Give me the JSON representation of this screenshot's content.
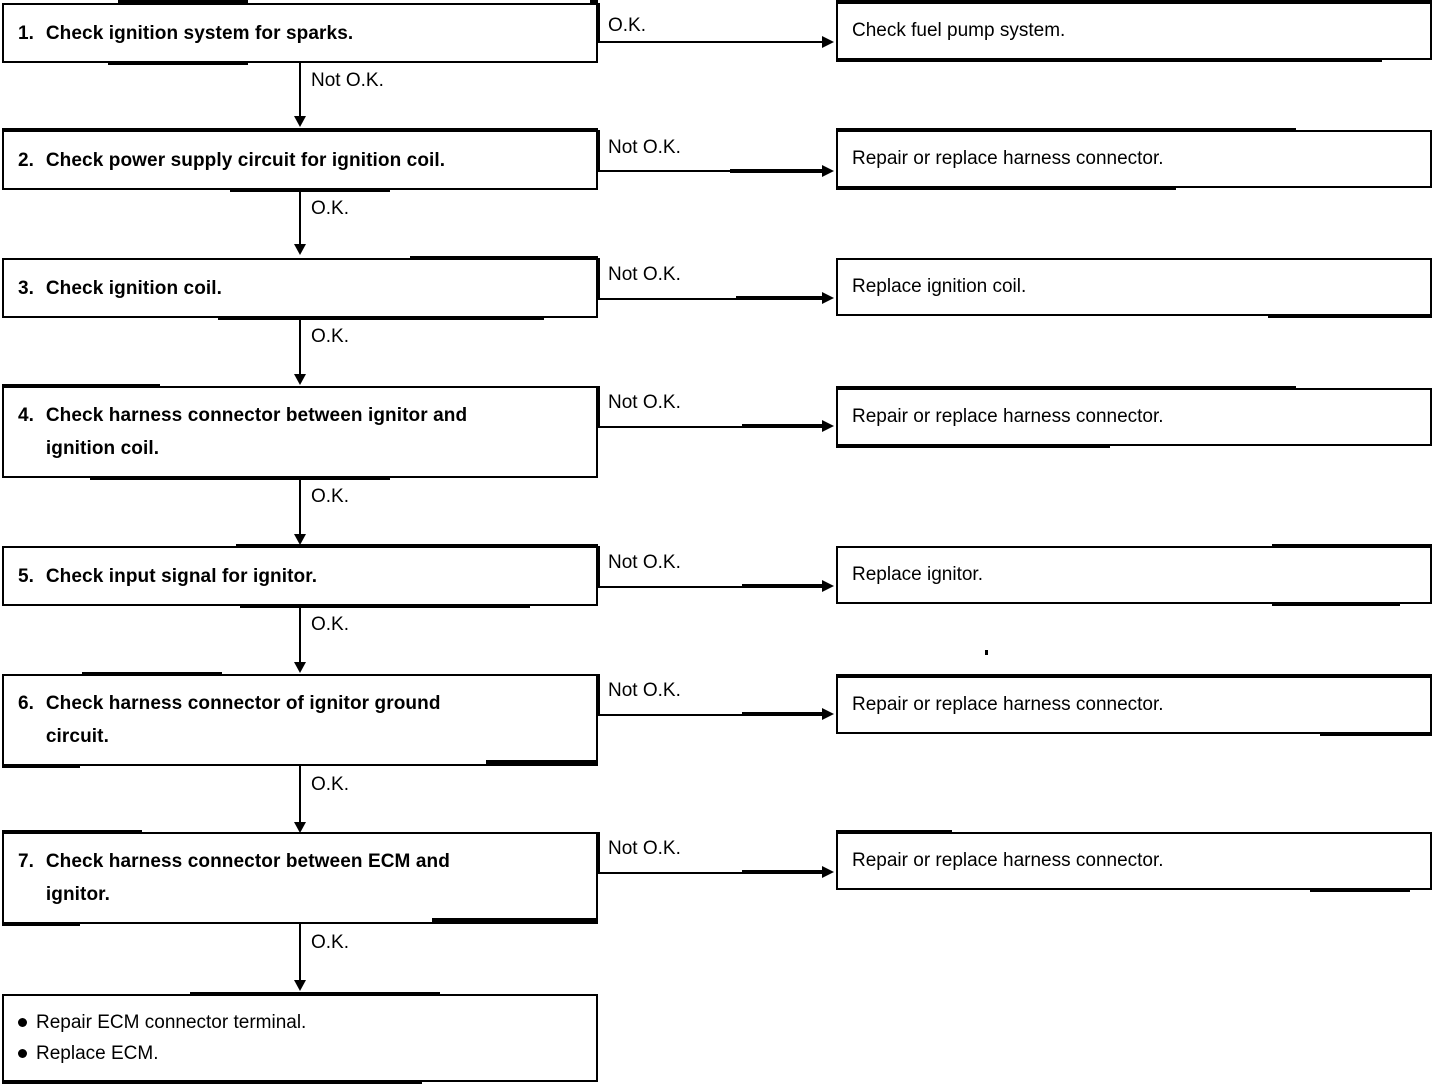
{
  "diagram": {
    "title": "Ignition system diagnostic flowchart",
    "type": "troubleshooting-flowchart",
    "line_color": "#000000",
    "background_color": "#ffffff",
    "branch_labels": {
      "ok": "O.K.",
      "not_ok": "Not O.K."
    }
  },
  "steps": [
    {
      "number": "1.",
      "line1": "Check ignition system for sparks.",
      "line2": "",
      "branch_right": "O.K.",
      "branch_down": "Not O.K.",
      "result": "Check fuel pump system."
    },
    {
      "number": "2.",
      "line1": "Check power supply circuit for ignition coil.",
      "line2": "",
      "branch_right": "Not O.K.",
      "branch_down": "O.K.",
      "result": "Repair or replace harness connector."
    },
    {
      "number": "3.",
      "line1": "Check ignition coil.",
      "line2": "",
      "branch_right": "Not O.K.",
      "branch_down": "O.K.",
      "result": "Replace ignition coil."
    },
    {
      "number": "4.",
      "line1": "Check harness connector between ignitor and",
      "line2": "ignition coil.",
      "branch_right": "Not O.K.",
      "branch_down": "O.K.",
      "result": "Repair or replace harness connector."
    },
    {
      "number": "5.",
      "line1": "Check input signal for ignitor.",
      "line2": "",
      "branch_right": "Not O.K.",
      "branch_down": "O.K.",
      "result": "Replace ignitor."
    },
    {
      "number": "6.",
      "line1": "Check harness connector of ignitor ground",
      "line2": "circuit.",
      "branch_right": "Not O.K.",
      "branch_down": "O.K.",
      "result": "Repair or replace harness connector."
    },
    {
      "number": "7.",
      "line1": "Check harness connector between ECM and",
      "line2": "ignitor.",
      "branch_right": "Not O.K.",
      "branch_down": "O.K.",
      "result": "Repair or replace harness connector."
    }
  ],
  "final_box": {
    "items": [
      "Repair ECM connector terminal.",
      "Replace ECM."
    ]
  }
}
